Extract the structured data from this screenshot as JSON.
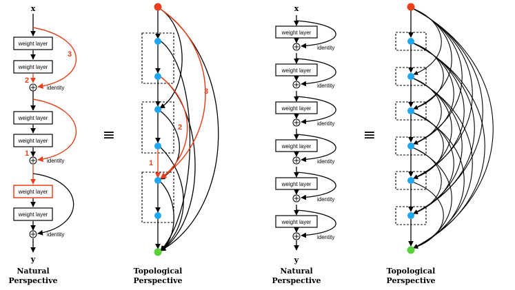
{
  "panel1": {
    "input_label": "x",
    "output_label": "y",
    "block_labels": [
      "weight layer",
      "weight layer",
      "weight layer",
      "weight layer",
      "weight layer",
      "weight layer"
    ],
    "identity_labels": [
      "identity",
      "identity",
      "identity"
    ],
    "path_numbers": [
      "3",
      "2",
      "1"
    ],
    "caption": [
      "Natural",
      "Perspective"
    ]
  },
  "equiv_symbols": [
    "≡",
    "≡"
  ],
  "panel2": {
    "path_numbers": [
      "3",
      "2",
      "1"
    ],
    "caption": [
      "Topological",
      "Perspective"
    ]
  },
  "panel3": {
    "input_label": "x",
    "output_label": "y",
    "block_labels": [
      "weight layer",
      "weight layer",
      "weight layer",
      "weight layer",
      "weight layer",
      "weight layer"
    ],
    "identity_labels": [
      "identity",
      "identity",
      "identity",
      "identity",
      "identity",
      "identity"
    ],
    "caption": [
      "Natural",
      "Perspective"
    ]
  },
  "panel4": {
    "caption": [
      "Topological",
      "Perspective"
    ]
  },
  "colors": {
    "highlight": "#e8401c",
    "node_blue": "#1ea7f0",
    "node_red": "#e8401c",
    "node_green": "#5bd13c",
    "edge": "#000000"
  }
}
